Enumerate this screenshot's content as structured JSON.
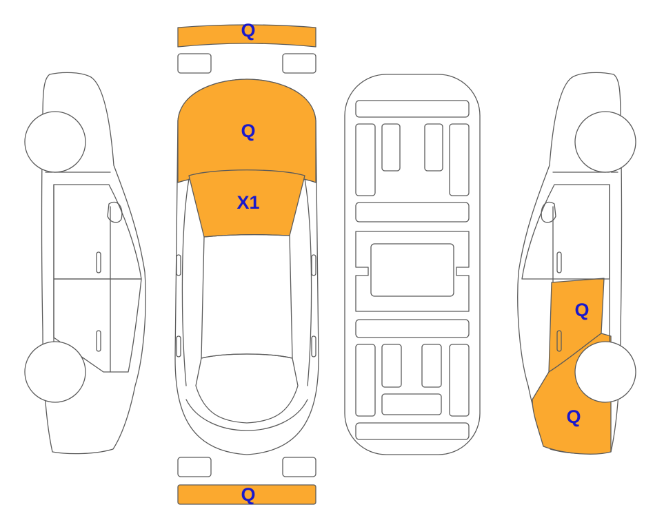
{
  "diagram": {
    "colors": {
      "damage_fill": "#FBA92F",
      "label_text": "#1919CC",
      "outline": "#5A5A5A",
      "background": "#FFFFFF"
    },
    "views": [
      "left-side",
      "top-exterior",
      "interior-floor",
      "right-side"
    ],
    "marked_parts": [
      {
        "part": "front-bumper",
        "code": "Q"
      },
      {
        "part": "hood",
        "code": "Q"
      },
      {
        "part": "windshield",
        "code": "X1"
      },
      {
        "part": "rear-bumper",
        "code": "Q"
      },
      {
        "part": "right-rear-door",
        "code": "Q"
      },
      {
        "part": "right-rear-quarter-panel",
        "code": "Q"
      }
    ]
  }
}
